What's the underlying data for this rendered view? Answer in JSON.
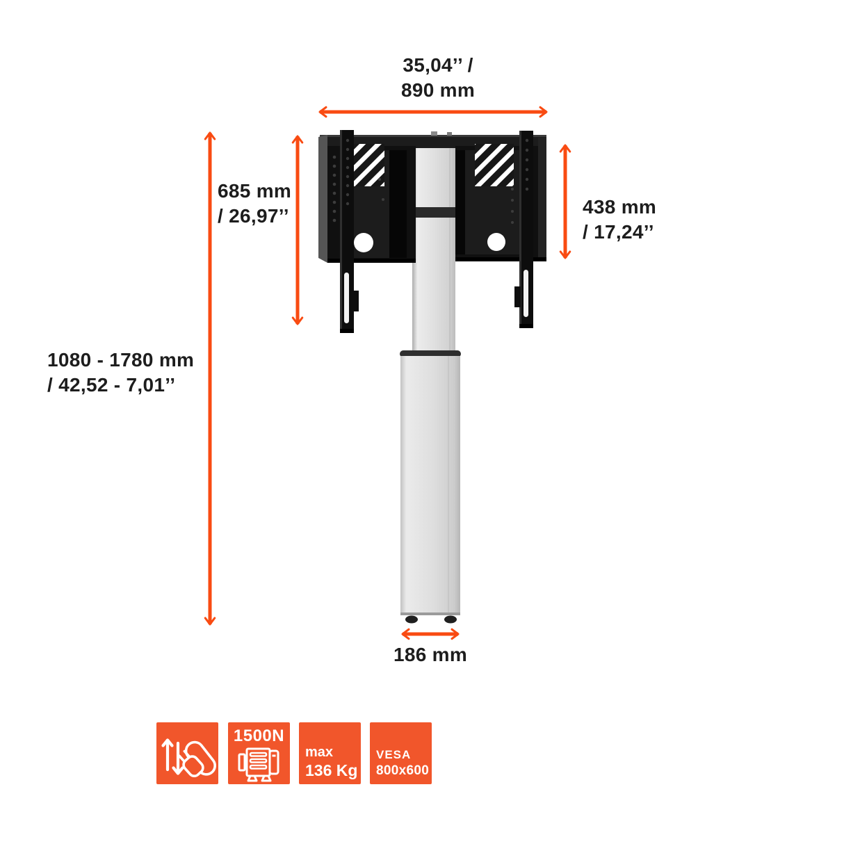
{
  "page": {
    "background": "#ffffff",
    "description": "Dimension diagram of a motorised height-adjustable display floor mount, rear view"
  },
  "colors": {
    "arrow_orange": "#f94b12",
    "badge_orange": "#f1562b",
    "label_text": "#1d1d1d",
    "bracket_black": "#101010",
    "column_silver": "#dedede"
  },
  "dim_top_width": {
    "line1": "35,04’’ /",
    "line2": "890 mm"
  },
  "dim_total_height": {
    "line1": "1080 - 1780 mm",
    "line2": "/ 42,52 - 7,01’’"
  },
  "dim_bracket_height": {
    "line1": "685 mm",
    "line2": "/ 26,97’’"
  },
  "dim_vesa_height": {
    "line1": "438 mm",
    "line2": "/ 17,24’’"
  },
  "dim_base_width": {
    "value": "186 mm"
  },
  "badges": {
    "height_adjust_icon": "electric-height-adjustment-plug-icon",
    "motor_icon": "electric-motor-icon",
    "motor_force": "1500N",
    "max_load_line1": "max",
    "max_load_line2": "136 Kg",
    "vesa_line1": "VESA",
    "vesa_line2": "800x600"
  }
}
